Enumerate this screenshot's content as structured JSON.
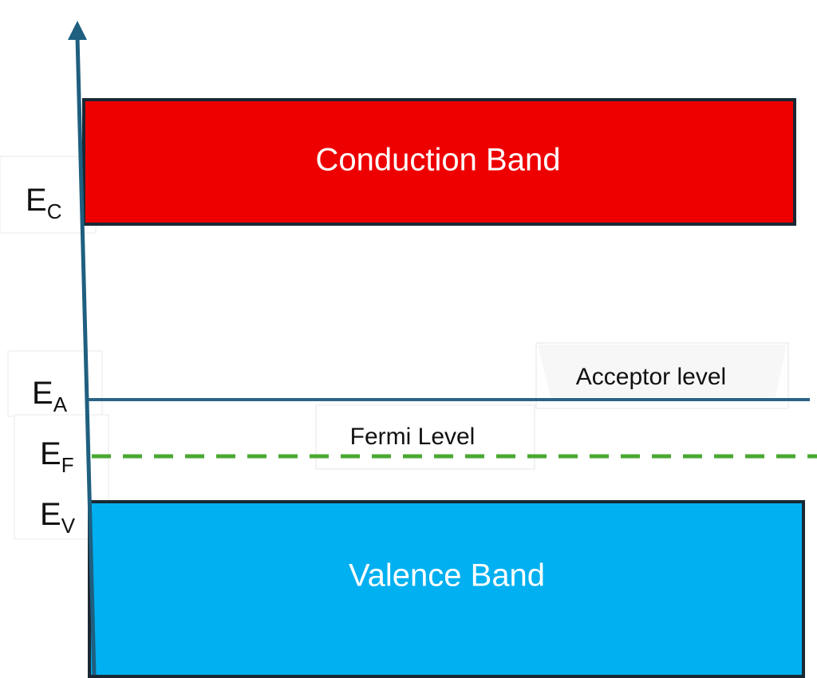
{
  "colors": {
    "conduction": "#ee0000",
    "valence": "#00b0f0",
    "axis": "#1f5f7f",
    "acceptor_line": "#2d6486",
    "fermi_line": "#4aa832",
    "border": "#1a2833"
  },
  "bands": {
    "conduction": "Conduction Band",
    "valence": "Valence Band"
  },
  "levels": {
    "acceptor": "Acceptor level",
    "fermi": "Fermi Level"
  },
  "symbols": {
    "ec": {
      "main": "E",
      "sub": "C"
    },
    "ea": {
      "main": "E",
      "sub": "A"
    },
    "ef": {
      "main": "E",
      "sub": "F"
    },
    "ev": {
      "main": "E",
      "sub": "V"
    }
  },
  "axis_icon": "arrow-up-icon"
}
